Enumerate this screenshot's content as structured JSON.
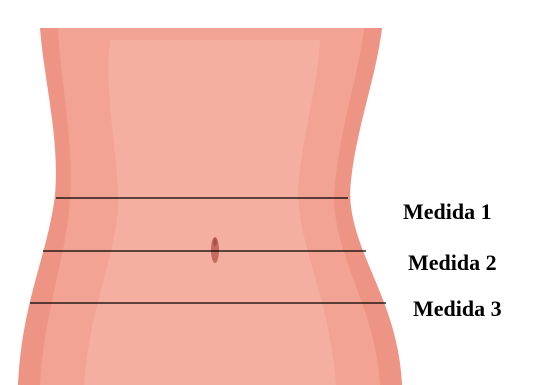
{
  "measurements": {
    "line_1_label": "Medida 1",
    "line_2_label": "Medida 2",
    "line_3_label": "Medida 3"
  },
  "colors": {
    "background": "#ffffff",
    "skin_base": "#f3a393",
    "skin_light": "#f6b7a8",
    "skin_shadow": "#e8897a",
    "navel": "#c46a5e",
    "measure_line": "#000000"
  }
}
